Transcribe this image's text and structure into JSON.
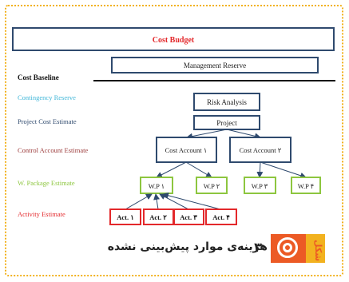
{
  "colors": {
    "dark_blue": "#2f4a6e",
    "red": "#e3282b",
    "green": "#8dc63f",
    "cyan": "#3fb6d8",
    "maroon": "#9b3a3a",
    "orange": "#ec5a25",
    "yellow": "#f2b21f"
  },
  "diagram": {
    "cost_budget": "Cost Budget",
    "management_reserve": "Management Reserve",
    "cost_baseline": "Cost Baseline",
    "risk_analysis": "Risk Analysis",
    "project": "Project",
    "cost_account_1": "Cost Account ۱",
    "cost_account_2": "Cost Account ۲",
    "wp": [
      "W.P ۱",
      "W.P ۲",
      "W.P ۳",
      "W.P ۴"
    ],
    "activities": [
      "Act. ۱",
      "Act. ۲",
      "Act. ۳",
      "Act. ۴"
    ]
  },
  "levels": [
    {
      "label": "Contingency Reserve",
      "color_key": "cyan"
    },
    {
      "label": "Project Cost Estimate",
      "color_key": "dark_blue"
    },
    {
      "label": "Control Account Estimate",
      "color_key": "maroon"
    },
    {
      "label": "W. Package Estimate",
      "color_key": "green"
    },
    {
      "label": "Activity Estimate",
      "color_key": "red"
    }
  ],
  "caption": {
    "number": "۳",
    "text": "هزینه‌ی موارد پیش‌بینی نشده",
    "logo_text": "شکل"
  }
}
